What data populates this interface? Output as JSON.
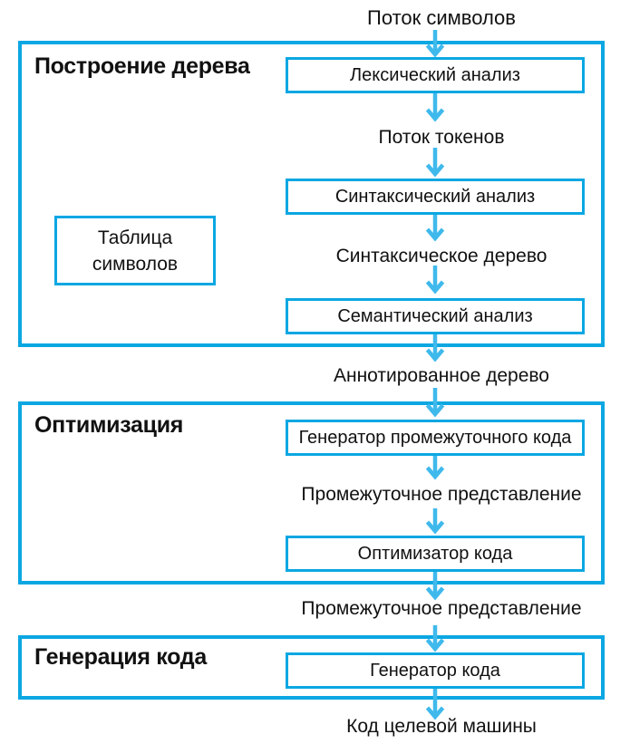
{
  "diagram": {
    "top_label": "Поток символов",
    "sections": [
      {
        "title": "Построение дерева"
      },
      {
        "title": "Оптимизация"
      },
      {
        "title": "Генерация кода"
      }
    ],
    "boxes": {
      "lexer": "Лексический анализ",
      "parser": "Синтаксический анализ",
      "semantic": "Семантический анализ",
      "intermediate_generator": "Генератор промежуточного кода",
      "optimizer": "Оптимизатор кода",
      "code_generator": "Генератор кода"
    },
    "symbol_table": {
      "line1": "Таблица",
      "line2": "символов"
    },
    "labels": {
      "token_stream": "Поток токенов",
      "syntax_tree": "Синтаксическое дерево",
      "annotated_tree": "Аннотированное дерево",
      "intermediate_repr_1": "Промежуточное представление",
      "intermediate_repr_2": "Промежуточное представление",
      "target_machine_code": "Код целевой машины"
    },
    "colors": {
      "border": "#0ba7e2",
      "arrow": "#3fb9ec",
      "text": "#111111"
    }
  }
}
